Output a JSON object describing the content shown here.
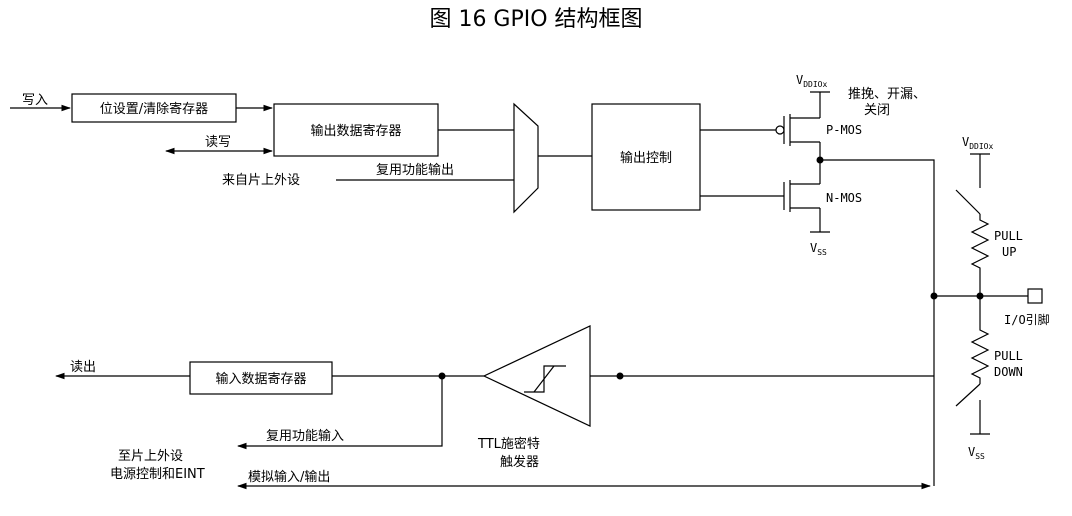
{
  "title": "图 16 GPIO 结构框图",
  "labels": {
    "write_in": "写入",
    "bit_set_reg": "位设置/清除寄存器",
    "read_write": "读写",
    "out_data_reg": "输出数据寄存器",
    "alt_func_out": "复用功能输出",
    "from_onchip": "来自片上外设",
    "out_ctrl": "输出控制",
    "vddiox": "V",
    "vddiox_sub": "DDIOx",
    "push_pull": "推挽、开漏、",
    "closed": "关闭",
    "pmos": "P-MOS",
    "nmos": "N-MOS",
    "vss": "V",
    "vss_sub": "SS",
    "pull_up_1": "PULL",
    "pull_up_2": "UP",
    "pull_down_1": "PULL",
    "pull_down_2": "DOWN",
    "io_pin": "I/O引脚",
    "read_out": "读出",
    "in_data_reg": "输入数据寄存器",
    "ttl_1": "TTL施密特",
    "ttl_2": "触发器",
    "alt_func_in": "复用功能输入",
    "to_onchip": "至片上外设",
    "power_eint": "电源控制和EINT",
    "analog_io": "模拟输入/输出"
  }
}
